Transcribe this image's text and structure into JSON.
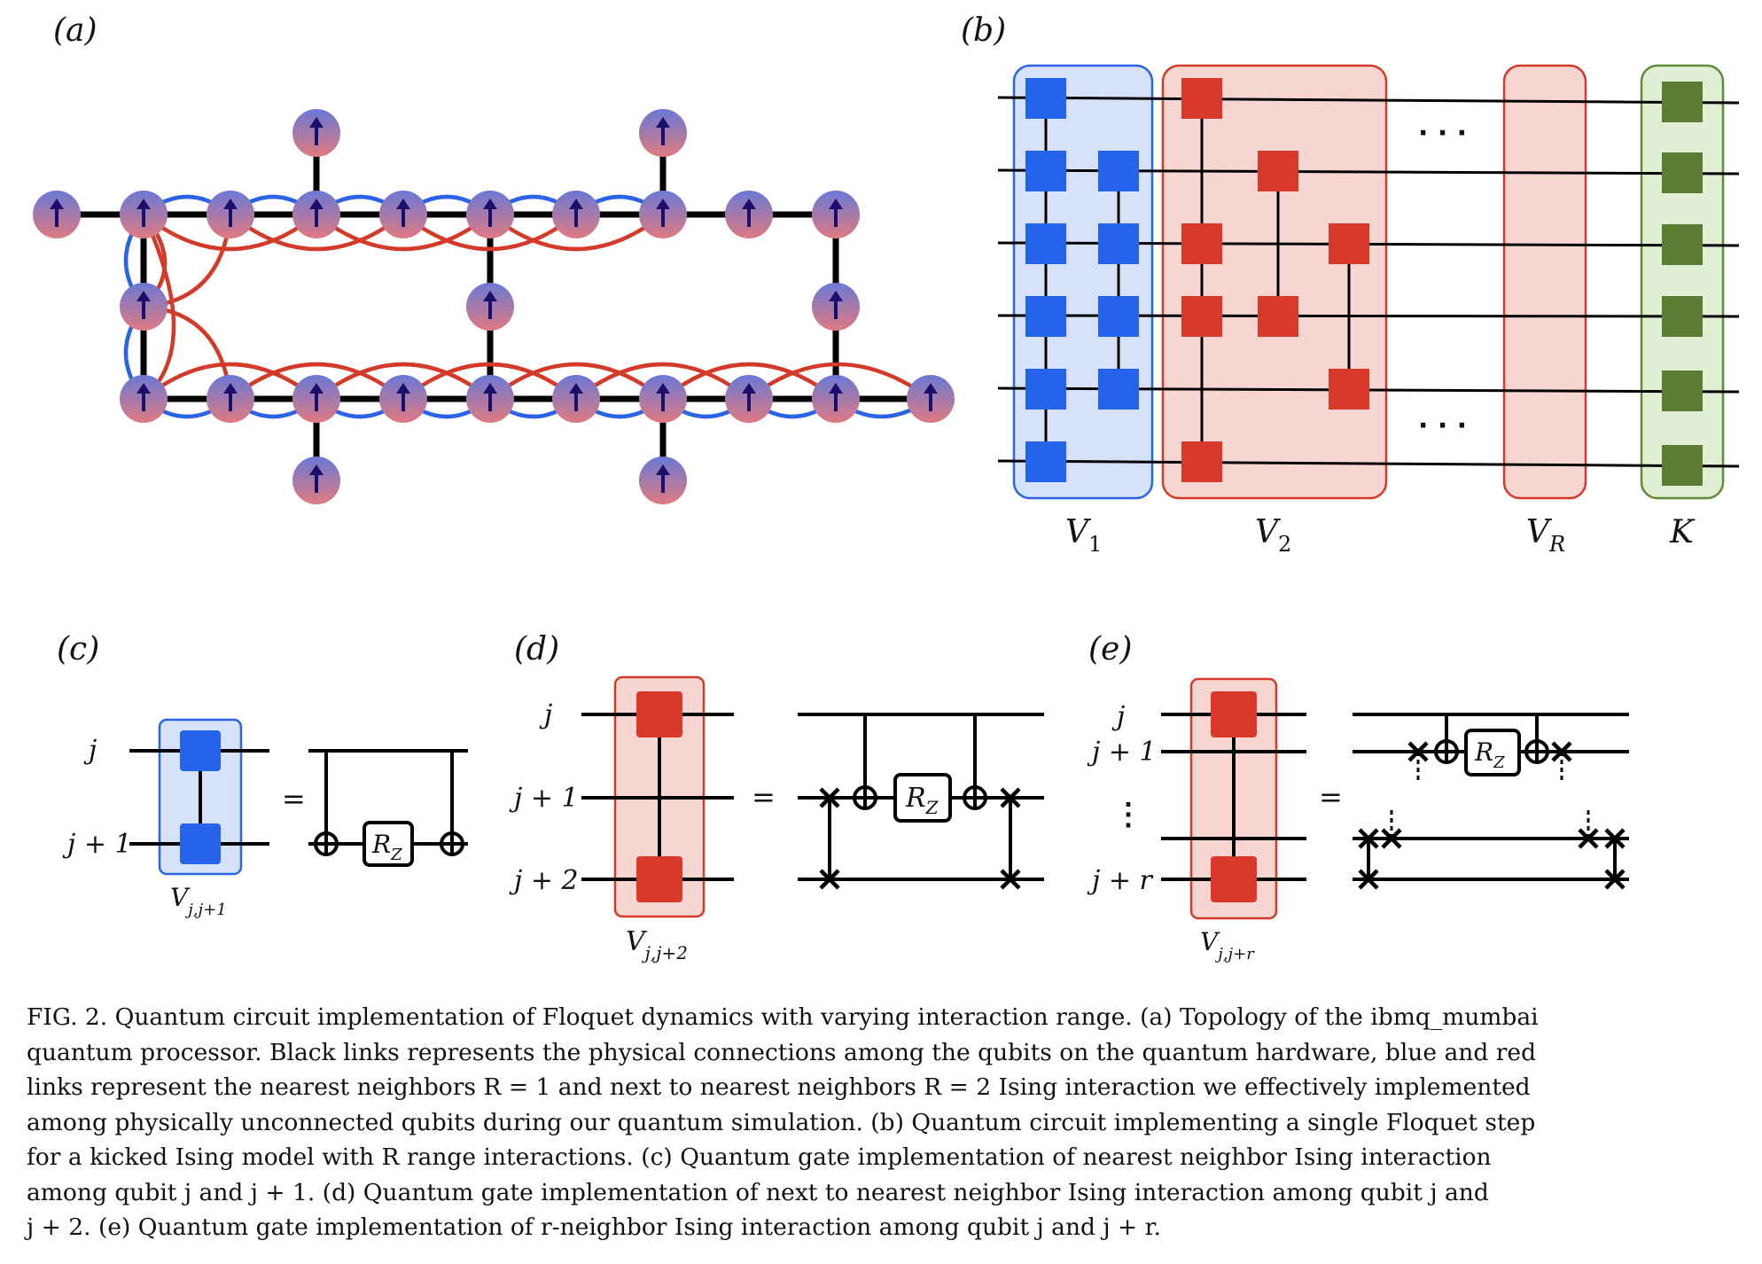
{
  "panel_labels": {
    "a": "(a)",
    "b": "(b)",
    "c": "(c)",
    "d": "(d)",
    "e": "(e)"
  },
  "panel_b": {
    "block_labels": {
      "v1": "V",
      "v1_sub": "1",
      "v2": "V",
      "v2_sub": "2",
      "vr": "V",
      "vr_sub": "R",
      "k": "K"
    },
    "ellipsis": "· · ·"
  },
  "panel_c": {
    "wire_labels": [
      "j",
      "j + 1"
    ],
    "gate_label": "V",
    "gate_sub": "j,j+1",
    "equals": "=",
    "rz": "R",
    "rz_sub": "Z"
  },
  "panel_d": {
    "wire_labels": [
      "j",
      "j + 1",
      "j + 2"
    ],
    "gate_label": "V",
    "gate_sub": "j,j+2",
    "equals": "=",
    "rz": "R",
    "rz_sub": "Z"
  },
  "panel_e": {
    "wire_labels": [
      "j",
      "j + 1",
      "⋮",
      "j + r"
    ],
    "gate_label": "V",
    "gate_sub": "j,j+r",
    "equals": "=",
    "rz": "R",
    "rz_sub": "Z"
  },
  "caption": [
    "FIG. 2. Quantum circuit implementation of Floquet dynamics with varying interaction range. (a) Topology of the ibmq_mumbai",
    "quantum processor. Black links represents the physical connections among the qubits on the quantum hardware, blue and red",
    "links represent the nearest neighbors R = 1 and next to nearest neighbors R = 2 Ising interaction we effectively implemented",
    "among physically unconnected qubits during our quantum simulation. (b) Quantum circuit implementing a single Floquet step",
    "for a kicked Ising model with R range interactions. (c) Quantum gate implementation of nearest neighbor Ising interaction",
    "among qubit j and j + 1. (d) Quantum gate implementation of next to nearest neighbor Ising interaction among qubit j and",
    "j + 2. (e) Quantum gate implementation of r-neighbor Ising interaction among qubit j and j + r."
  ],
  "colors": {
    "blue_gate": "#2563eb",
    "blue_fill": "#d6e2fa",
    "blue_edge": "#2a63e6",
    "red_gate": "#d9392a",
    "red_fill": "#f7d6d2",
    "red_edge": "#d33a2a",
    "green_gate": "#5a7d32",
    "green_fill": "#e0eed4",
    "green_edge": "#5f8a3a",
    "qubit_top": "#6a79d6",
    "qubit_bottom": "#e07a80",
    "arrow": "#1a0f6b"
  }
}
